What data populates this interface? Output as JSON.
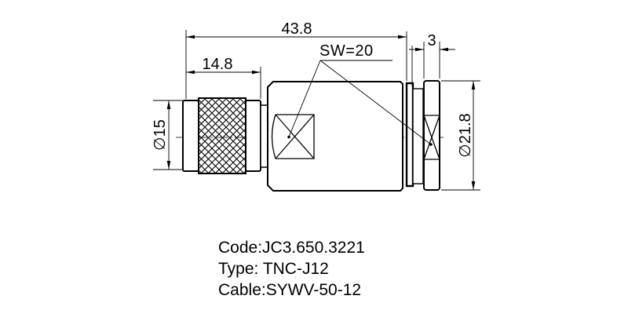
{
  "drawing": {
    "dimensions": {
      "overall_length": "43.8",
      "coupling_length": "14.8",
      "wrench_size": "SW=20",
      "end_cap_width": "3",
      "coupling_diameter": "∅15",
      "body_diameter": "∅21.8"
    },
    "notes": [
      "Code:JC3.650.3221",
      "Type: TNC-J12",
      "Cable:SYWV-50-12"
    ],
    "colors": {
      "line": "#000000",
      "background": "#ffffff"
    }
  }
}
